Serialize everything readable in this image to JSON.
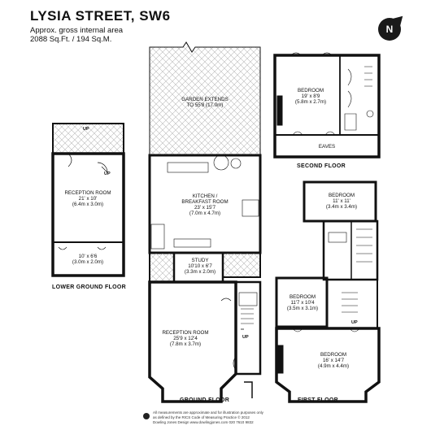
{
  "header": {
    "title": "LYSIA STREET, SW6",
    "line1": "Approx. gross internal area",
    "line2": "2088 Sq.Ft. / 194 Sq.M."
  },
  "compass": {
    "label": "N"
  },
  "floors": {
    "lower_ground": "LOWER GROUND FLOOR",
    "ground": "GROUND FLOOR",
    "first": "FIRST FLOOR",
    "second": "SECOND FLOOR"
  },
  "rooms": {
    "garden": [
      "GARDEN EXTENDS",
      "TO 55'8 (17.0m)"
    ],
    "kitchen": [
      "KITCHEN /",
      "BREAKFAST ROOM",
      "23' x 15'7",
      "(7.0m x 4.7m)"
    ],
    "study": [
      "STUDY",
      "10'10 x 6'7",
      "(3.3m x 2.0m)"
    ],
    "reception_ground": [
      "RECEPTION ROOM",
      "25'9 x 12'4",
      "(7.8m x 3.7m)"
    ],
    "reception_lower": [
      "RECEPTION ROOM",
      "21' x 10'",
      "(6.4m x 3.0m)"
    ],
    "cellar": [
      "10' x 6'6",
      "(3.0m x 2.0m)"
    ],
    "bed_second": [
      "BEDROOM",
      "19' x 8'9",
      "(5.8m x 2.7m)"
    ],
    "eaves": "EAVES",
    "bed_first_top": [
      "BEDROOM",
      "11' x 11'",
      "(3.4m x 3.4m)"
    ],
    "bed_first_mid": [
      "BEDROOM",
      "11'7 x 10'4",
      "(3.5m x 3.1m)"
    ],
    "bed_first_front": [
      "BEDROOM",
      "16' x 14'7",
      "(4.9m x 4.4m)"
    ]
  },
  "stairs": {
    "up": "UP"
  },
  "footer": {
    "line1": "All measurements are approximate and for illustration purposes only",
    "line2": "as defined by the RICS Code of Measuring Practice © 2012",
    "line3": "Dowling Jones Design www.dowlingjones.com 020 7610 9832"
  }
}
